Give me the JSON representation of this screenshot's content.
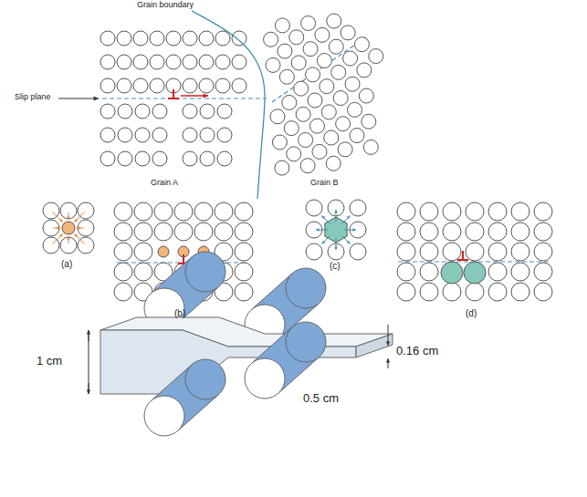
{
  "diagram": {
    "labels": [
      "Grain boundary",
      "Slip plane",
      "Grain A",
      "Grain B",
      "(a)",
      "(b)",
      "(c)",
      "(d)",
      "1 cm",
      "0.16 cm",
      "0.5 cm"
    ]
  }
}
